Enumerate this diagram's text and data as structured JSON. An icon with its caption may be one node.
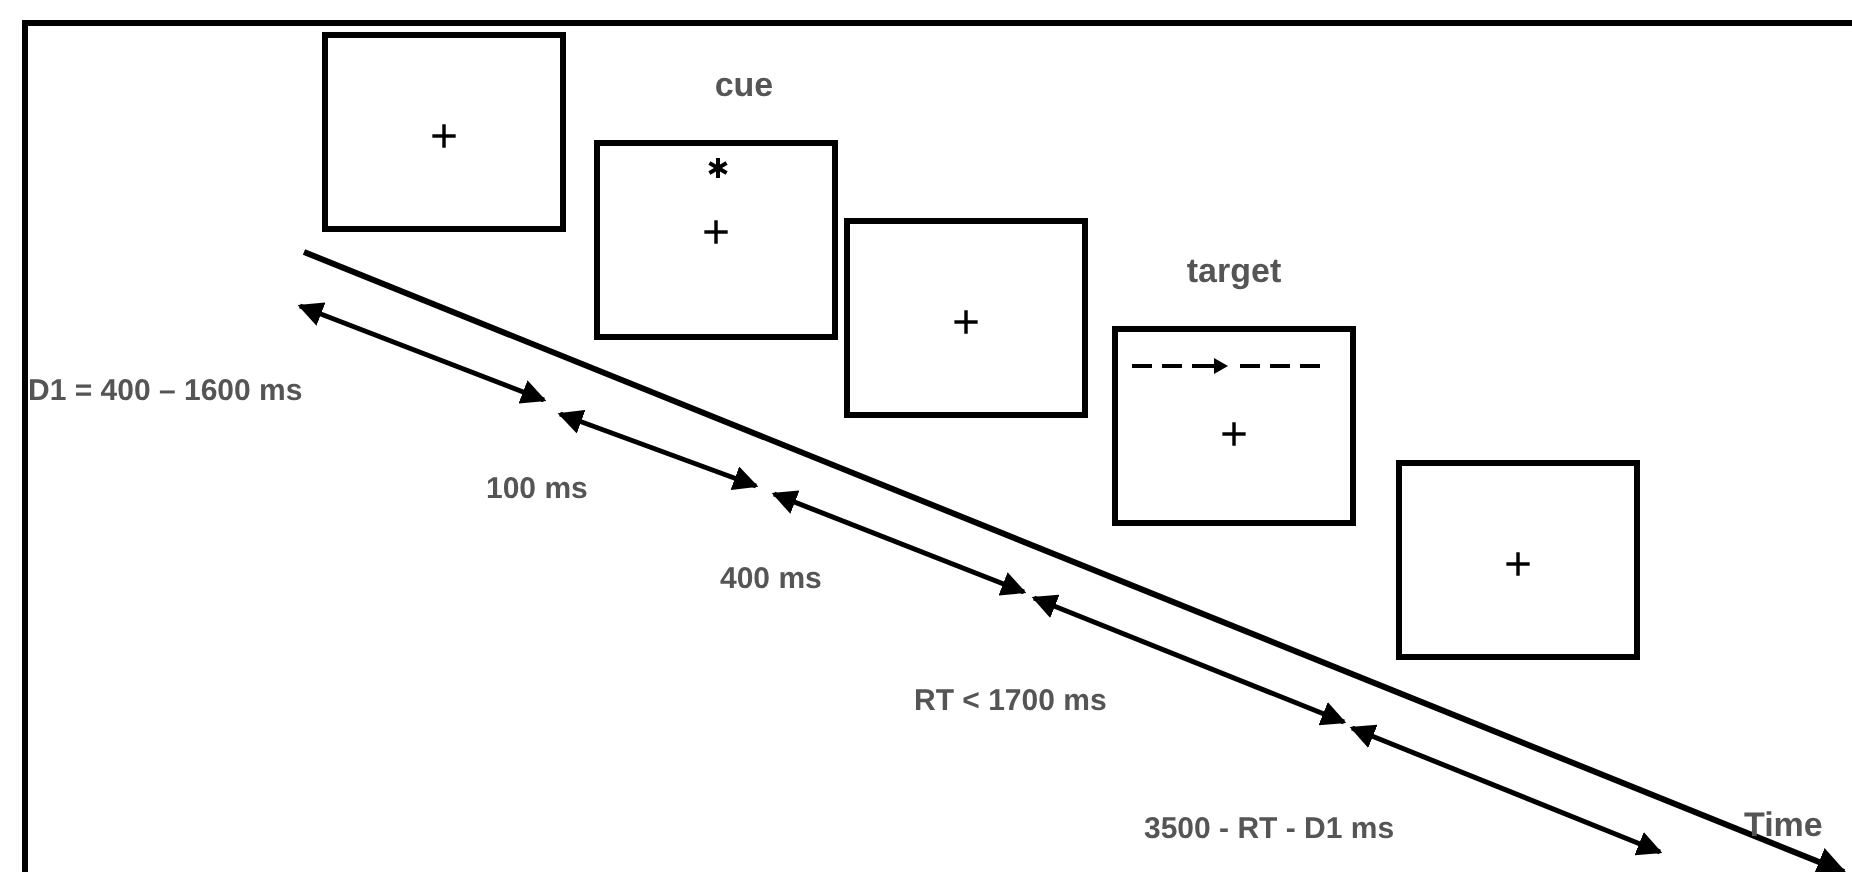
{
  "diagram": {
    "nodes": [
      {
        "text": [
          "+"
        ]
      },
      {
        "text": [
          "cue",
          "+"
        ]
      },
      {
        "text": [
          "+"
        ]
      },
      {
        "text": [
          "target",
          "+"
        ]
      },
      {
        "text": [
          "+"
        ]
      }
    ],
    "labels": [
      "D1 = 400 – 1600 ms",
      "100 ms",
      "400 ms",
      "RT < 1700 ms",
      "3500 - RT - D1 ms",
      "Time"
    ]
  }
}
